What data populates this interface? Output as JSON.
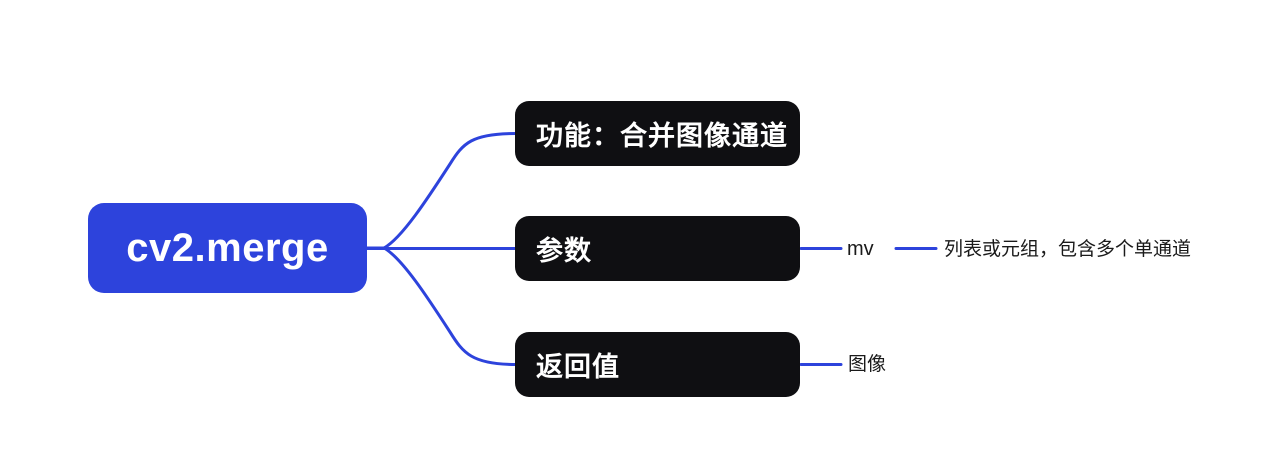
{
  "colors": {
    "accent_blue": "#2d43dc",
    "node_black": "#0f0f12",
    "subtopic_text": "#1a1a1a",
    "background": "#ffffff",
    "node_text": "#ffffff"
  },
  "mindmap": {
    "root": {
      "label": "cv2.merge"
    },
    "branches": [
      {
        "id": "function",
        "label": "功能：合并图像通道",
        "children": []
      },
      {
        "id": "params",
        "label": "参数",
        "children": [
          {
            "label": "mv",
            "children": [
              {
                "label": "列表或元组，包含多个单通道"
              }
            ]
          }
        ]
      },
      {
        "id": "return",
        "label": "返回值",
        "children": [
          {
            "label": "图像"
          }
        ]
      }
    ]
  }
}
